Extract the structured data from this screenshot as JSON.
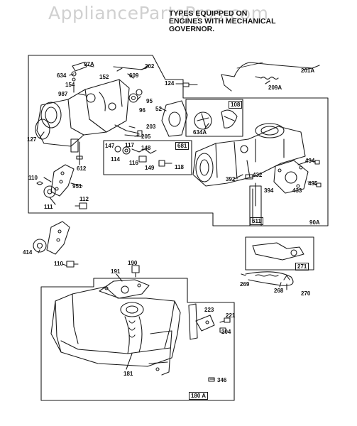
{
  "watermark": "AppliancePartsPros.com",
  "note": {
    "lines": [
      "TYPES EQUIPPED ON",
      "ENGINES WITH MECHANICAL",
      "GOVERNOR."
    ]
  },
  "callouts": [
    {
      "id": "97A",
      "text": "97A"
    },
    {
      "id": "202",
      "text": "202"
    },
    {
      "id": "634",
      "text": "634"
    },
    {
      "id": "152",
      "text": "152"
    },
    {
      "id": "154",
      "text": "154"
    },
    {
      "id": "609",
      "text": "609"
    },
    {
      "id": "987",
      "text": "987"
    },
    {
      "id": "124",
      "text": "124"
    },
    {
      "id": "95",
      "text": "95"
    },
    {
      "id": "96",
      "text": "96"
    },
    {
      "id": "52",
      "text": "52"
    },
    {
      "id": "634A",
      "text": "634A"
    },
    {
      "id": "108",
      "text": "108"
    },
    {
      "id": "201A",
      "text": "201A"
    },
    {
      "id": "209A",
      "text": "209A"
    },
    {
      "id": "127",
      "text": "127"
    },
    {
      "id": "203",
      "text": "203"
    },
    {
      "id": "205",
      "text": "205"
    },
    {
      "id": "147",
      "text": "147"
    },
    {
      "id": "117",
      "text": "117"
    },
    {
      "id": "148",
      "text": "148"
    },
    {
      "id": "114",
      "text": "114"
    },
    {
      "id": "116",
      "text": "116"
    },
    {
      "id": "149",
      "text": "149"
    },
    {
      "id": "118",
      "text": "118"
    },
    {
      "id": "681",
      "text": "681"
    },
    {
      "id": "612",
      "text": "612"
    },
    {
      "id": "110",
      "text": "110"
    },
    {
      "id": "951",
      "text": "951"
    },
    {
      "id": "111",
      "text": "111"
    },
    {
      "id": "112",
      "text": "112"
    },
    {
      "id": "434",
      "text": "434"
    },
    {
      "id": "392",
      "text": "392"
    },
    {
      "id": "432",
      "text": "432"
    },
    {
      "id": "435",
      "text": "435"
    },
    {
      "id": "394",
      "text": "394"
    },
    {
      "id": "433",
      "text": "433"
    },
    {
      "id": "611",
      "text": "611"
    },
    {
      "id": "90A",
      "text": "90A"
    },
    {
      "id": "414",
      "text": "414"
    },
    {
      "id": "110b",
      "text": "110"
    },
    {
      "id": "190",
      "text": "190"
    },
    {
      "id": "191",
      "text": "191"
    },
    {
      "id": "271",
      "text": "271"
    },
    {
      "id": "269",
      "text": "269"
    },
    {
      "id": "268",
      "text": "268"
    },
    {
      "id": "270",
      "text": "270"
    },
    {
      "id": "223",
      "text": "223"
    },
    {
      "id": "221",
      "text": "221"
    },
    {
      "id": "204",
      "text": "204"
    },
    {
      "id": "181",
      "text": "181"
    },
    {
      "id": "346",
      "text": "346"
    },
    {
      "id": "180A",
      "text": "180 A"
    }
  ]
}
